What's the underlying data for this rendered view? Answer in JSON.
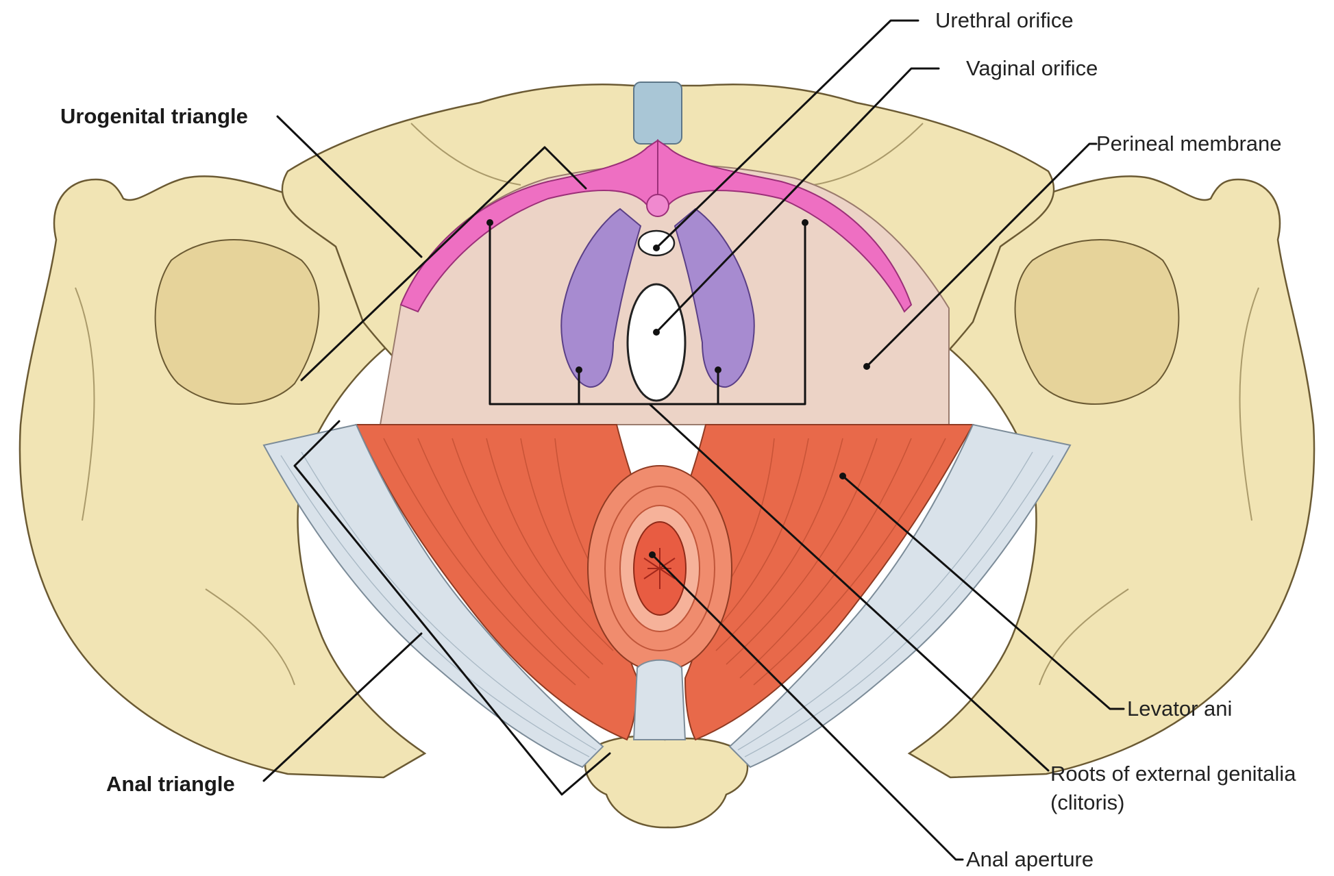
{
  "labels": {
    "urethral_orifice": "Urethral orifice",
    "vaginal_orifice": "Vaginal orifice",
    "urogenital_triangle": "Urogenital triangle",
    "perineal_membrane": "Perineal membrane",
    "levator_ani": "Levator ani",
    "roots_external_genitalia_line1": "Roots of external genitalia",
    "roots_external_genitalia_line2": "(clitoris)",
    "anal_triangle": "Anal triangle",
    "anal_aperture": "Anal aperture"
  },
  "colors": {
    "bone": "#f1e4b4",
    "bone_shadow": "#d9c78f",
    "membrane": "#ecd3c6",
    "muscle": "#e8694a",
    "muscle_light": "#f3957a",
    "ligament": "#d9e2ea",
    "pink_structure": "#ee6fc2",
    "purple_structure": "#a78bd0",
    "symphysis": "#a9c6d6"
  }
}
